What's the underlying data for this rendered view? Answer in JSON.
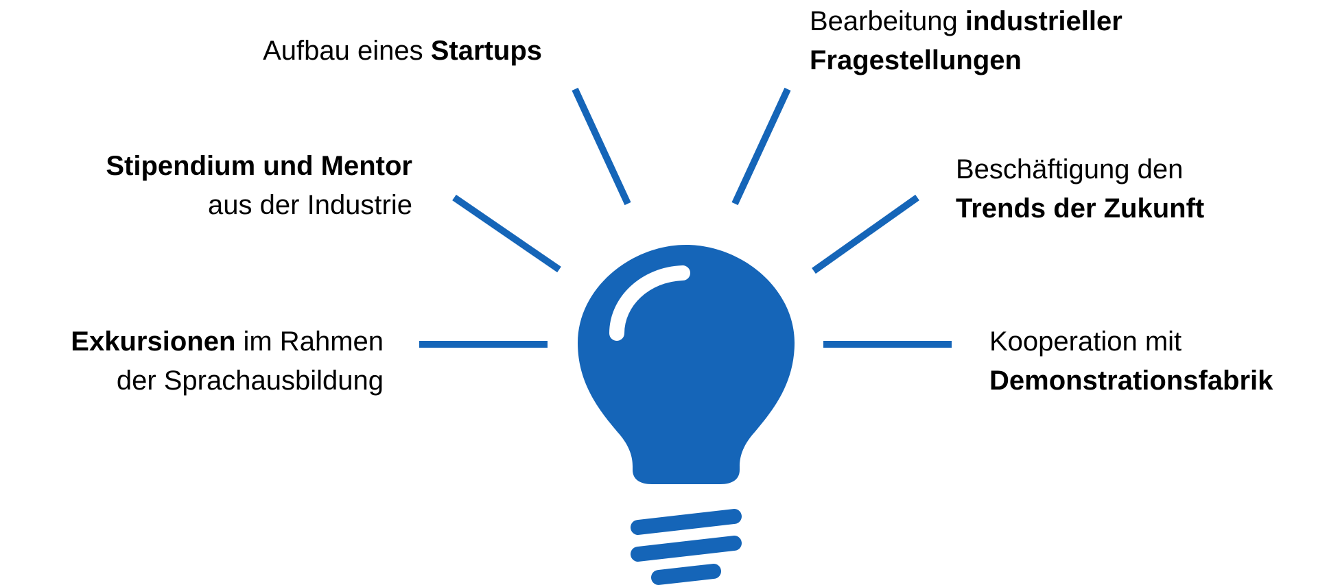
{
  "colors": {
    "accent": "#1565b8",
    "text": "#000000",
    "background": "#ffffff"
  },
  "icon": "light-bulb-icon",
  "labels": {
    "startup": {
      "line1_normal": "Aufbau eines ",
      "line1_bold": "Startups"
    },
    "stipendium": {
      "line1_bold": "Stipendium und Mentor",
      "line2_normal": "aus der Industrie"
    },
    "exkursionen": {
      "line1_bold": "Exkursionen",
      "line1_normal": " im Rahmen",
      "line2_normal": "der Sprachausbildung"
    },
    "industriell": {
      "line1_normal": "Bearbeitung ",
      "line1_bold": "industrieller",
      "line2_bold": "Fragestellungen"
    },
    "trends": {
      "line1_normal": "Beschäftigung den",
      "line2_bold": "Trends der Zukunft"
    },
    "kooperation": {
      "line1_normal": "Kooperation mit",
      "line2_bold": "Demonstrationsfabrik"
    }
  }
}
